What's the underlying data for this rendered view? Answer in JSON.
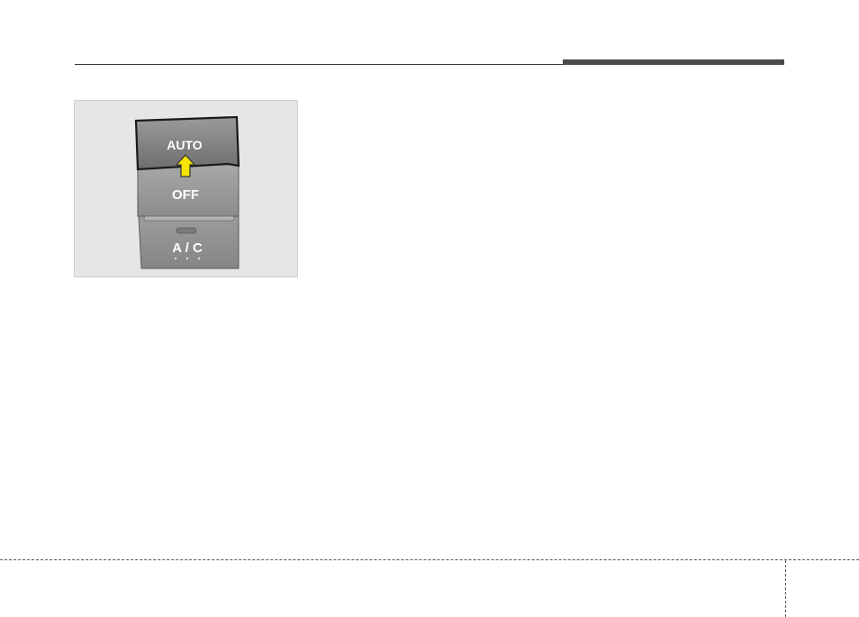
{
  "figure": {
    "auto_label": "AUTO",
    "off_label": "OFF",
    "ac_label": "A / C",
    "arrow_color": "#f5e500",
    "panel_color": "#8a8a8a",
    "highlight_color": "#3a3a3a"
  }
}
